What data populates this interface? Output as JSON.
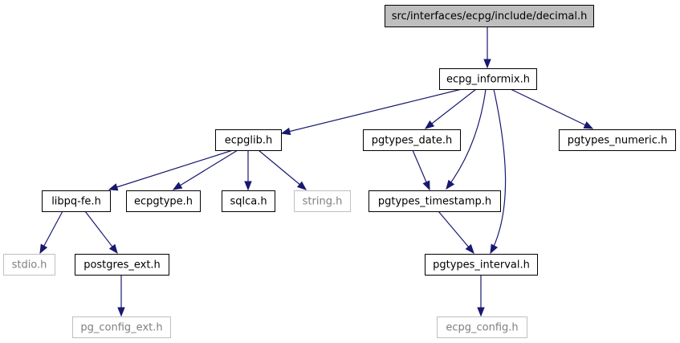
{
  "diagram": {
    "colors": {
      "edge": "#191970",
      "node_border": "#000000",
      "external_border": "#bfbfbf",
      "root_fill": "#bfbfbf",
      "node_fill": "#ffffff",
      "external_text": "#7f7f7f"
    },
    "nodes": [
      {
        "id": "decimal_h",
        "label": "src/interfaces/ecpg/include/decimal.h",
        "kind": "root"
      },
      {
        "id": "ecpg_informix_h",
        "label": "ecpg_informix.h",
        "kind": "local"
      },
      {
        "id": "ecpglib_h",
        "label": "ecpglib.h",
        "kind": "local"
      },
      {
        "id": "pgtypes_date_h",
        "label": "pgtypes_date.h",
        "kind": "local"
      },
      {
        "id": "pgtypes_numeric_h",
        "label": "pgtypes_numeric.h",
        "kind": "local"
      },
      {
        "id": "libpq_fe_h",
        "label": "libpq-fe.h",
        "kind": "local"
      },
      {
        "id": "ecpgtype_h",
        "label": "ecpgtype.h",
        "kind": "local"
      },
      {
        "id": "sqlca_h",
        "label": "sqlca.h",
        "kind": "local"
      },
      {
        "id": "string_h",
        "label": "string.h",
        "kind": "external"
      },
      {
        "id": "pgtypes_timestamp_h",
        "label": "pgtypes_timestamp.h",
        "kind": "local"
      },
      {
        "id": "stdio_h",
        "label": "stdio.h",
        "kind": "external"
      },
      {
        "id": "postgres_ext_h",
        "label": "postgres_ext.h",
        "kind": "local"
      },
      {
        "id": "pgtypes_interval_h",
        "label": "pgtypes_interval.h",
        "kind": "local"
      },
      {
        "id": "pg_config_ext_h",
        "label": "pg_config_ext.h",
        "kind": "external"
      },
      {
        "id": "ecpg_config_h",
        "label": "ecpg_config.h",
        "kind": "external"
      }
    ],
    "edges": [
      {
        "from": "decimal_h",
        "to": "ecpg_informix_h"
      },
      {
        "from": "ecpg_informix_h",
        "to": "ecpglib_h"
      },
      {
        "from": "ecpg_informix_h",
        "to": "pgtypes_date_h"
      },
      {
        "from": "ecpg_informix_h",
        "to": "pgtypes_timestamp_h"
      },
      {
        "from": "ecpg_informix_h",
        "to": "pgtypes_interval_h"
      },
      {
        "from": "ecpg_informix_h",
        "to": "pgtypes_numeric_h"
      },
      {
        "from": "ecpglib_h",
        "to": "libpq_fe_h"
      },
      {
        "from": "ecpglib_h",
        "to": "ecpgtype_h"
      },
      {
        "from": "ecpglib_h",
        "to": "sqlca_h"
      },
      {
        "from": "ecpglib_h",
        "to": "string_h"
      },
      {
        "from": "pgtypes_date_h",
        "to": "pgtypes_timestamp_h"
      },
      {
        "from": "libpq_fe_h",
        "to": "stdio_h"
      },
      {
        "from": "libpq_fe_h",
        "to": "postgres_ext_h"
      },
      {
        "from": "pgtypes_timestamp_h",
        "to": "pgtypes_interval_h"
      },
      {
        "from": "postgres_ext_h",
        "to": "pg_config_ext_h"
      },
      {
        "from": "pgtypes_interval_h",
        "to": "ecpg_config_h"
      }
    ]
  }
}
